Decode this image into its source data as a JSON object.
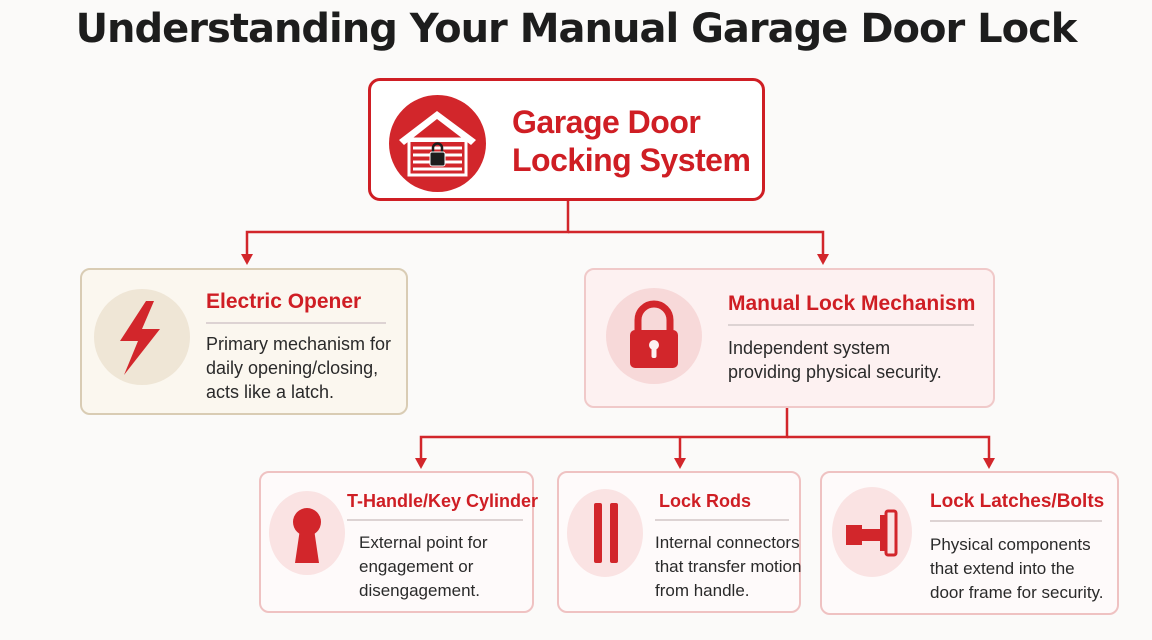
{
  "page": {
    "title": "Understanding Your Manual Garage Door Lock"
  },
  "root": {
    "lines": [
      "Garage Door",
      "Locking System"
    ],
    "icon": "garage-lock-icon"
  },
  "electric_opener": {
    "title": "Electric Opener",
    "description_lines": [
      "Primary mechanism for",
      "daily opening/closing,",
      "acts like a latch."
    ],
    "icon": "lightning-bolt-icon"
  },
  "manual_lock": {
    "title": "Manual Lock Mechanism",
    "description_lines": [
      "Independent system",
      "providing physical security."
    ],
    "icon": "padlock-icon"
  },
  "components": [
    {
      "title": "T-Handle/Key Cylinder",
      "description_lines": [
        "External point for",
        "engagement or",
        "disengagement."
      ],
      "icon": "keyhole-icon"
    },
    {
      "title": "Lock Rods",
      "description_lines": [
        "Internal connectors",
        "that transfer motion",
        "from handle."
      ],
      "icon": "rods-icon"
    },
    {
      "title": "Lock Latches/Bolts",
      "description_lines": [
        "Physical components",
        "that extend into the",
        "door frame for security."
      ],
      "icon": "latch-bolt-icon"
    }
  ],
  "colors": {
    "accent": "#cf1e24",
    "title_text": "#1d1d1d",
    "electric_bg": "#fbf7ef",
    "manual_bg": "#fdf1f1"
  }
}
